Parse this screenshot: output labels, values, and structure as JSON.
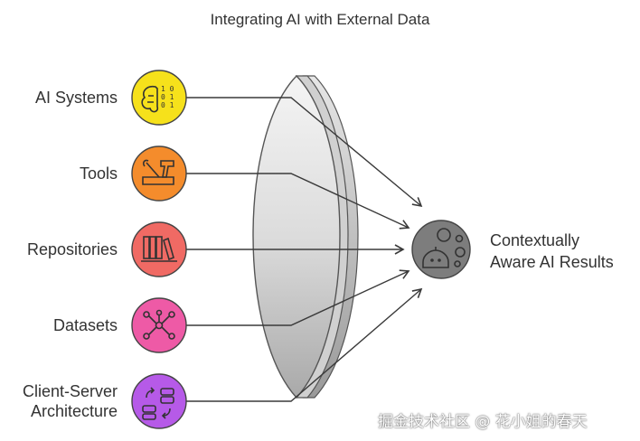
{
  "title": "Integrating AI with External Data",
  "inputs": [
    {
      "label": "AI Systems",
      "icon": "brain-binary-icon",
      "color": "#f6e11b"
    },
    {
      "label": "Tools",
      "icon": "tools-icon",
      "color": "#f48c2c"
    },
    {
      "label": "Repositories",
      "icon": "books-icon",
      "color": "#f06a64"
    },
    {
      "label": "Datasets",
      "icon": "network-nodes-icon",
      "color": "#ee5aa6"
    },
    {
      "label": "Client-Server Architecture",
      "label_lines": [
        "Client-Server",
        "Architecture"
      ],
      "icon": "server-sync-icon",
      "color": "#b65ae8"
    }
  ],
  "output": {
    "label_lines": [
      "Contextually",
      "Aware AI Results"
    ],
    "icon": "ai-bot-bubbles-icon",
    "color": "#7d7d7d"
  },
  "lens": {
    "icon": "lens-icon"
  },
  "watermark": "掘金技术社区 @ 花小姐的春天"
}
